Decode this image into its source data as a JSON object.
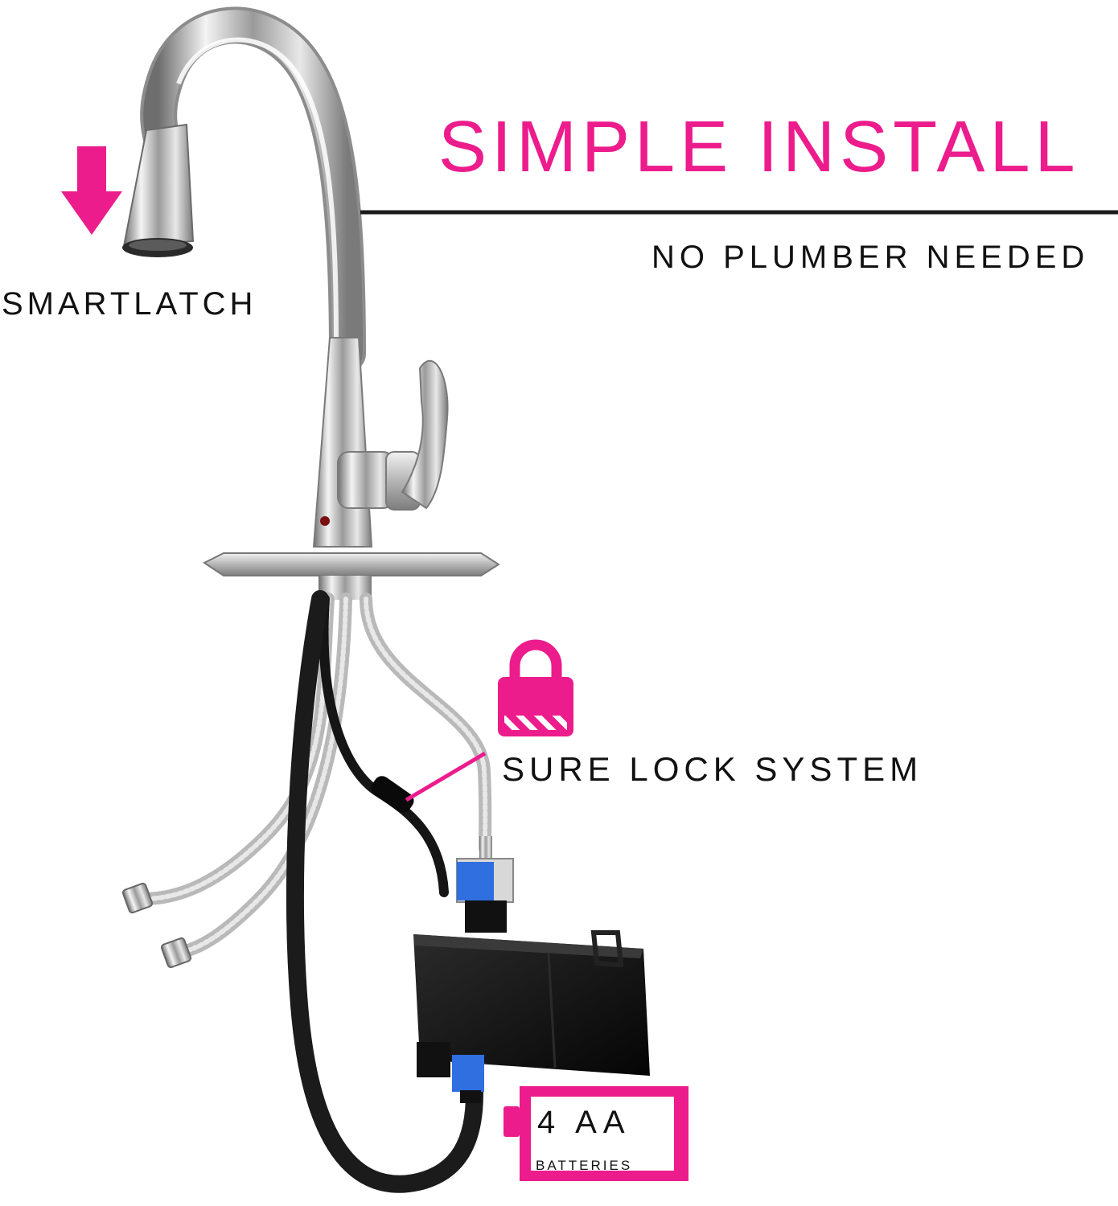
{
  "headline": "SIMPLE INSTALL",
  "subheadline": "NO PLUMBER NEEDED",
  "features": {
    "smartlatch": "SMARTLATCH",
    "sure_lock": "SURE LOCK SYSTEM",
    "battery_count": "4 AA",
    "battery_label": "BATTERIES"
  },
  "icons": {
    "arrow": "arrow-down-icon",
    "lock": "lock-icon",
    "battery": "battery-icon"
  },
  "colors": {
    "accent": "#ec1c8c",
    "text": "#111111",
    "connector_blue": "#2f6fe0"
  }
}
